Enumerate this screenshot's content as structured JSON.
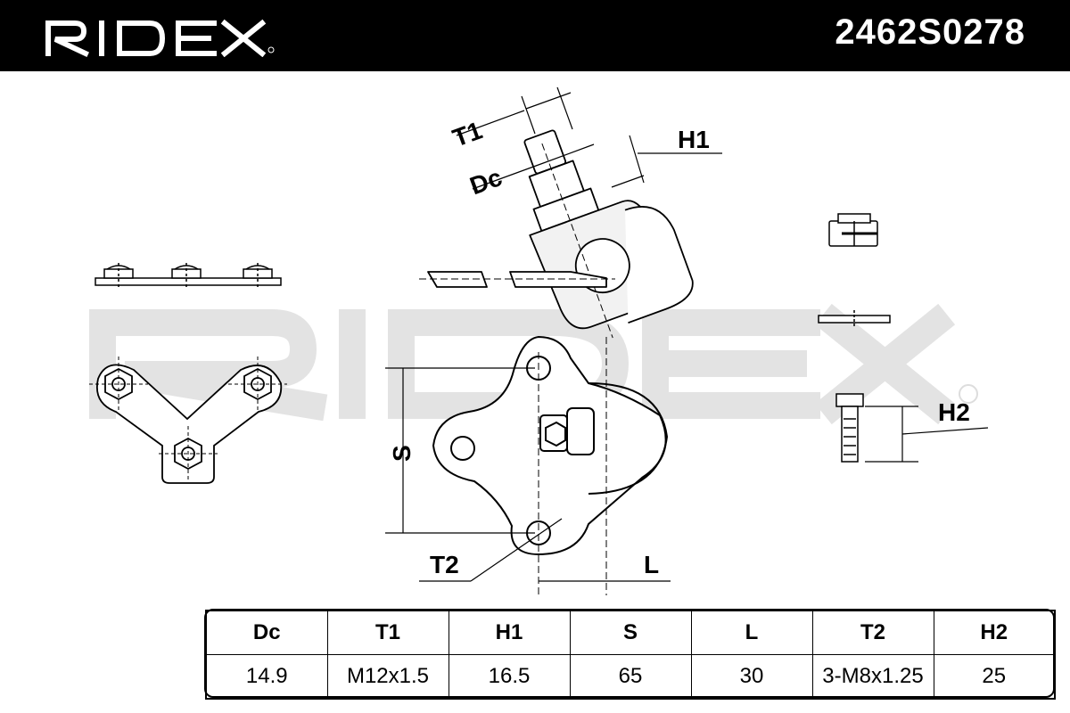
{
  "header": {
    "brand": "RIDEX",
    "part_number": "2462S0278",
    "background_color": "#000000",
    "text_color": "#ffffff"
  },
  "diagram": {
    "labels": {
      "t1": "T1",
      "dc": "Dc",
      "h1": "H1",
      "s": "S",
      "t2": "T2",
      "l": "L",
      "h2": "H2"
    },
    "watermark": "RIDEX"
  },
  "table": {
    "headers": [
      "Dc",
      "T1",
      "H1",
      "S",
      "L",
      "T2",
      "H2"
    ],
    "values": [
      "14.9",
      "M12x1.5",
      "16.5",
      "65",
      "30",
      "3-M8x1.25",
      "25"
    ]
  }
}
